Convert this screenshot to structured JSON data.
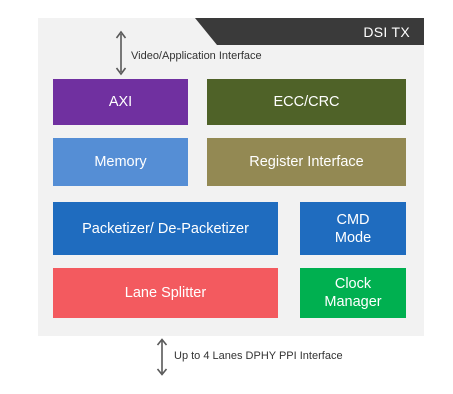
{
  "diagram": {
    "title": "DSI TX",
    "top_interface": "Video/Application Interface",
    "bottom_interface": "Up to 4 Lanes DPHY PPI Interface",
    "blocks": [
      {
        "id": "axi",
        "label": "AXI",
        "color": "#7030a0"
      },
      {
        "id": "ecc-crc",
        "label": "ECC/CRC",
        "color": "#4f6228"
      },
      {
        "id": "memory",
        "label": "Memory",
        "color": "#558ed5"
      },
      {
        "id": "register-interface",
        "label": "Register Interface",
        "color": "#938953"
      },
      {
        "id": "packetizer",
        "label": "Packetizer/ De-Packetizer",
        "color": "#1f6cbf"
      },
      {
        "id": "cmd-mode",
        "label": "CMD",
        "label_line2": "Mode",
        "color": "#1f6cbf"
      },
      {
        "id": "lane-splitter",
        "label": "Lane Splitter",
        "color": "#f35a5f"
      },
      {
        "id": "clock-manager",
        "label": "Clock",
        "label_line2": "Manager",
        "color": "#00b050"
      }
    ],
    "colors": {
      "panel": "#f2f2f2",
      "tab": "#3a3a3a",
      "arrow": "#595959"
    }
  }
}
